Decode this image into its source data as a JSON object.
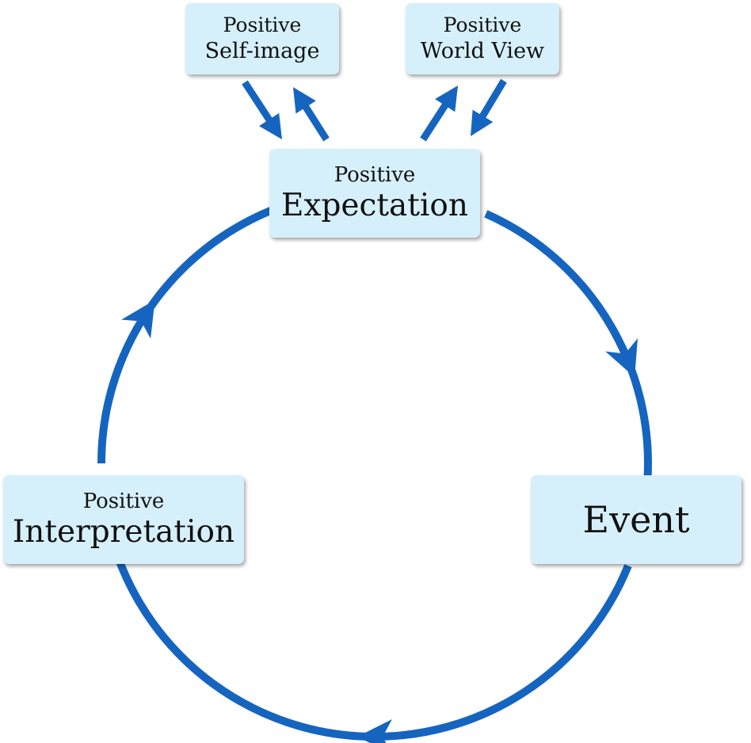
{
  "colors": {
    "arrow": "#1565c0",
    "box_fill": "#d6f0fb",
    "text": "#111111"
  },
  "nodes": {
    "self_image": {
      "line1": "Positive",
      "line2": "Self-image"
    },
    "world_view": {
      "line1": "Positive",
      "line2": "World View"
    },
    "expectation": {
      "line1": "Positive",
      "line2": "Expectation"
    },
    "interpretation": {
      "line1": "Positive",
      "line2": "Interpretation"
    },
    "event": {
      "line1": "Event"
    }
  }
}
